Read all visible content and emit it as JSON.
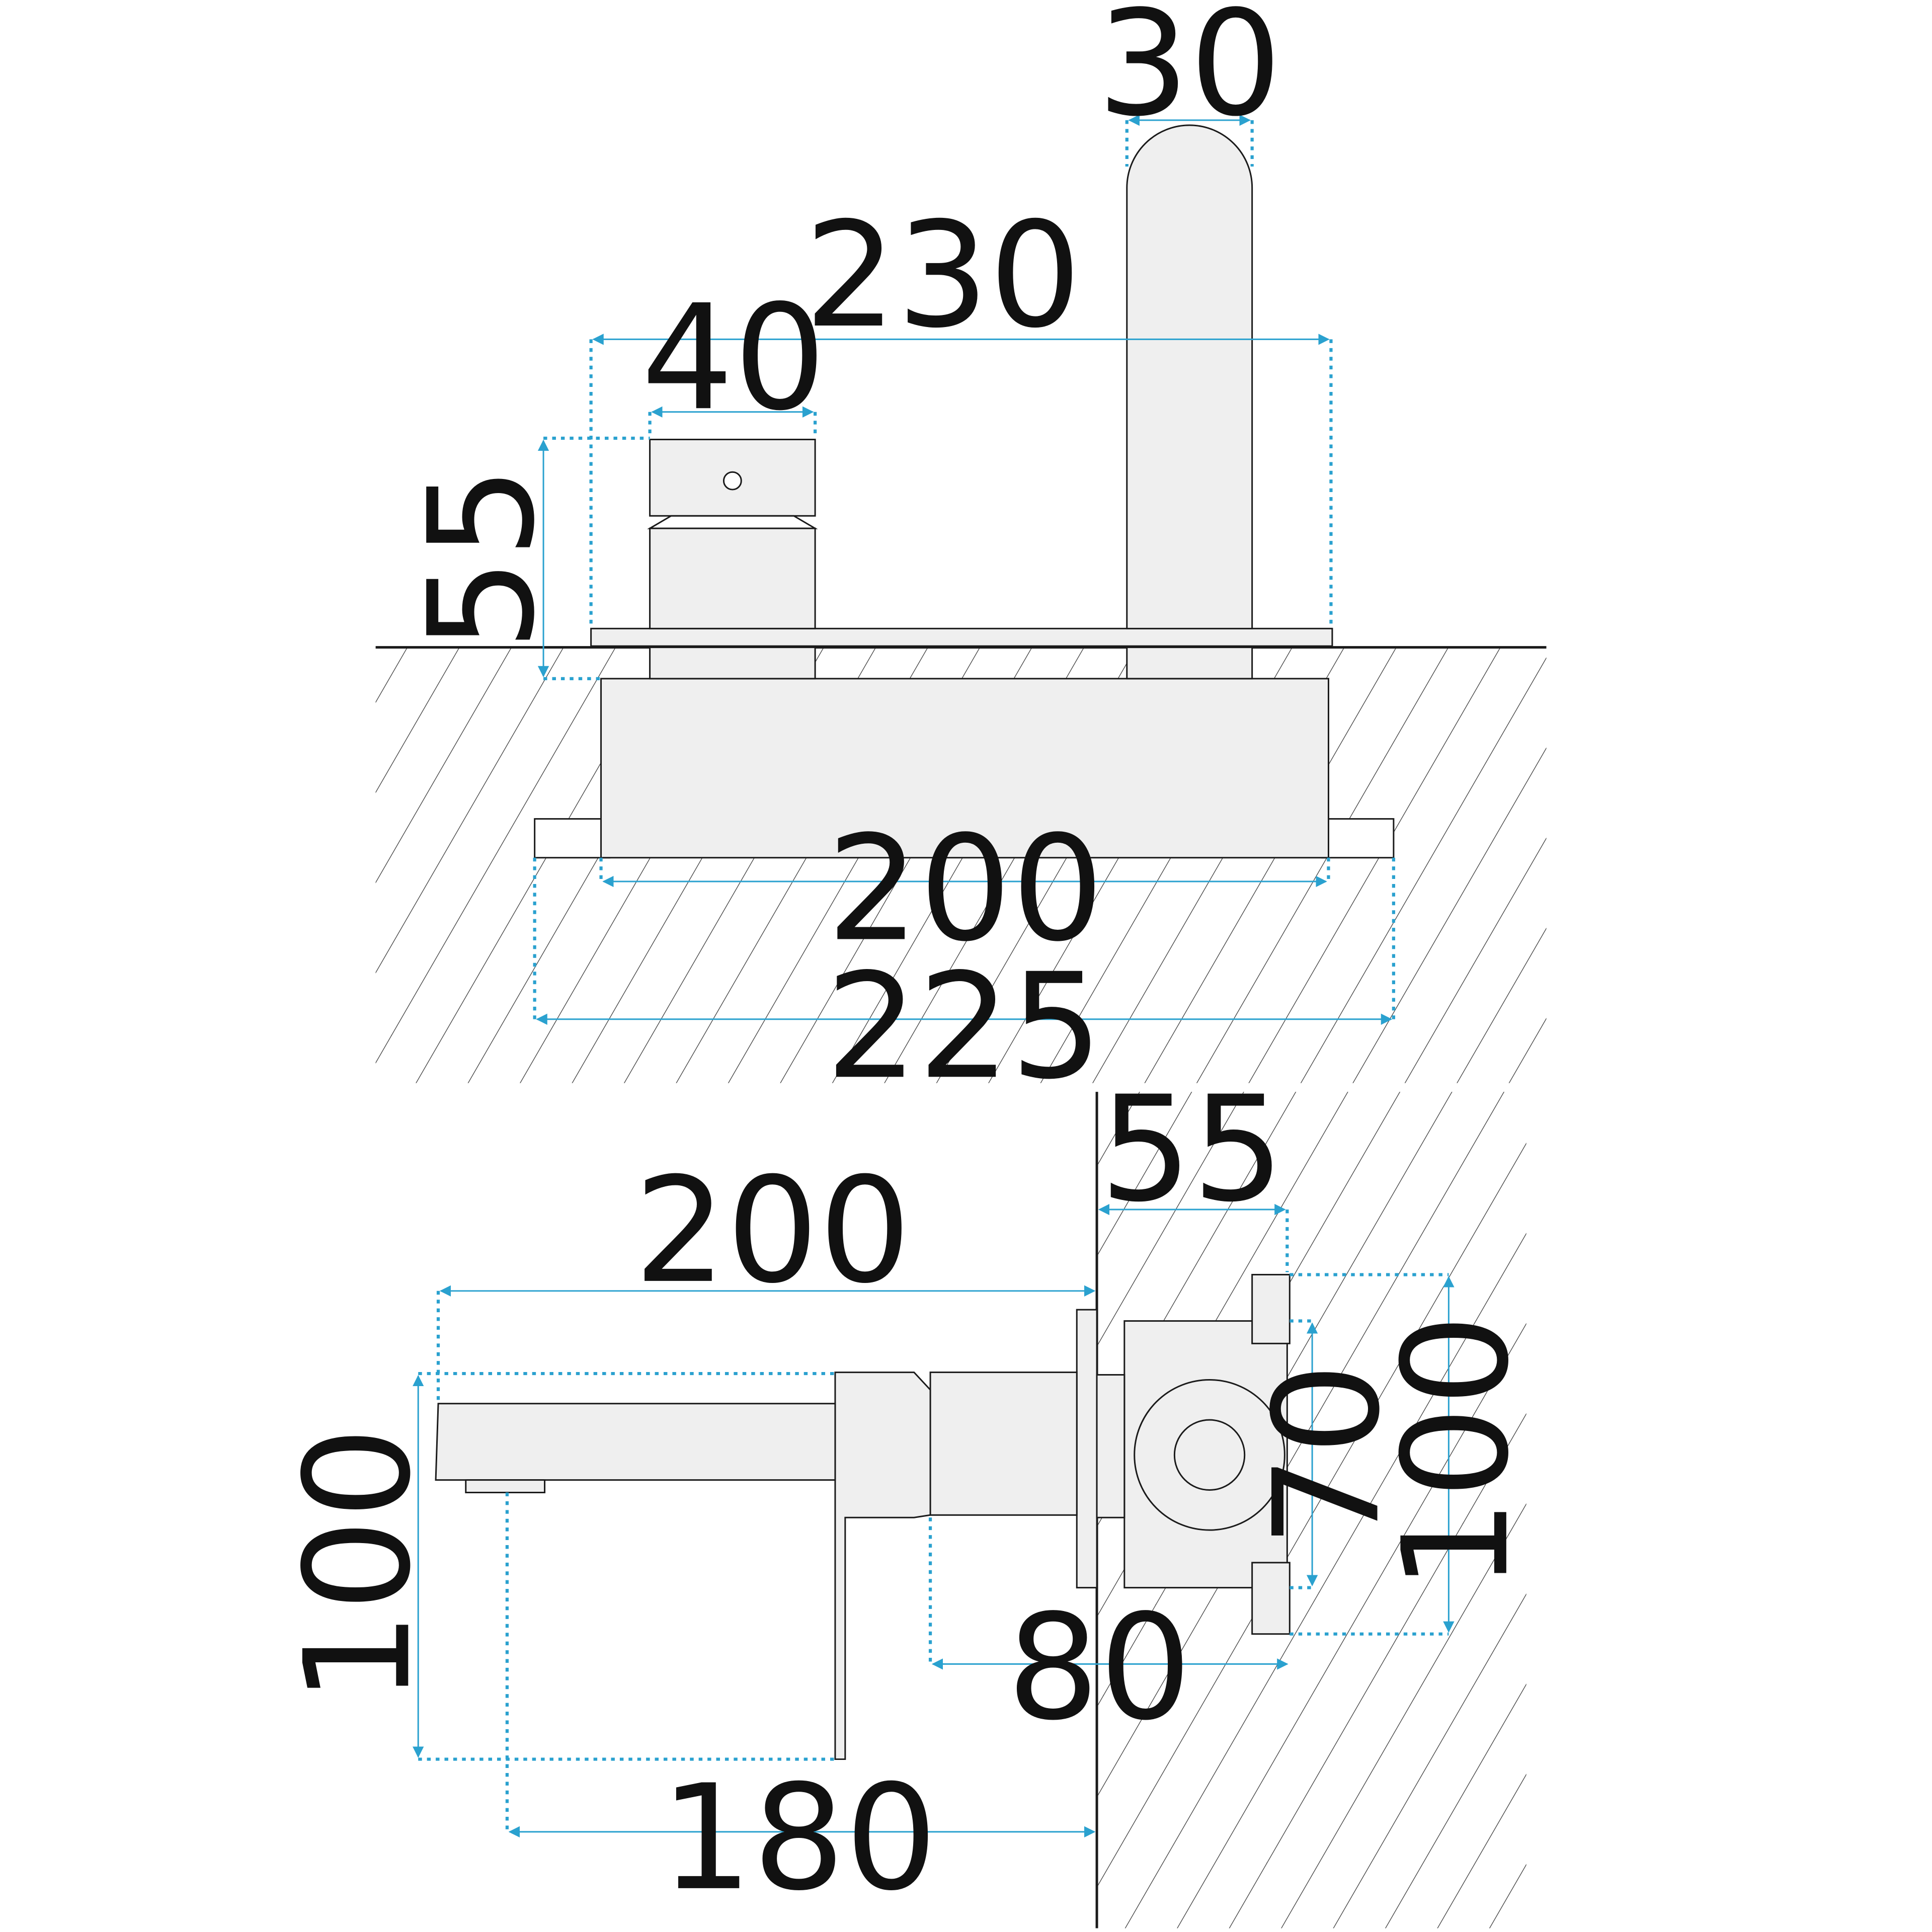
{
  "colors": {
    "outline": "#1a1a1a",
    "part_fill": "#efefef",
    "dimension": "#2aa1cf",
    "hatch": "#333333",
    "background": "#ffffff"
  },
  "top_view": {
    "dimensions": {
      "spout_width": "30",
      "overall_width": "230",
      "handle_width": "40",
      "handle_height": "55",
      "box_width": "200",
      "flange_width": "225"
    }
  },
  "side_view": {
    "dimensions": {
      "wall_depth": "55",
      "spout_reach": "200",
      "spout_height": "100",
      "body_height": "70",
      "flange_height": "100",
      "body_depth": "80",
      "outlet_distance": "180"
    }
  }
}
